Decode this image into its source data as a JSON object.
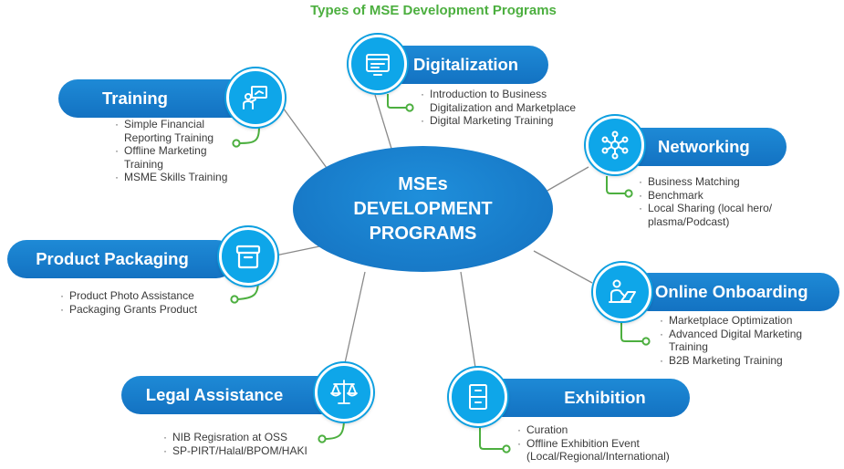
{
  "title": "Types of MSE Development Programs",
  "center": {
    "line1": "MSEs",
    "line2": "DEVELOPMENT",
    "line3": "PROGRAMS"
  },
  "colors": {
    "accent_blue": "#1372c2",
    "icon_circle": "#0ea6e9",
    "connector_green": "#4caf3f",
    "title_green": "#4caf3f"
  },
  "programs": {
    "training": {
      "label": "Training",
      "icon": "presentation-icon",
      "items": [
        "Simple Financial Reporting Training",
        "Offline Marketing Training",
        "MSME Skills Training"
      ]
    },
    "digitalization": {
      "label": "Digitalization",
      "icon": "monitor-icon",
      "items": [
        "Introduction to Business Digitalization and Marketplace",
        "Digital Marketing Training"
      ]
    },
    "networking": {
      "label": "Networking",
      "icon": "network-icon",
      "items": [
        "Business Matching",
        "Benchmark",
        "Local Sharing (local hero/ plasma/Podcast)"
      ]
    },
    "product_packaging": {
      "label": "Product Packaging",
      "icon": "box-icon",
      "items": [
        "Product Photo Assistance",
        "Packaging Grants Product"
      ]
    },
    "online_onboarding": {
      "label": "Online Onboarding",
      "icon": "person-laptop-icon",
      "items": [
        "Marketplace Optimization",
        "Advanced Digital Marketing Training",
        "B2B Marketing Training"
      ]
    },
    "legal_assistance": {
      "label": "Legal Assistance",
      "icon": "scales-icon",
      "items": [
        "NIB Regisration at OSS",
        "SP-PIRT/Halal/BPOM/HAKI"
      ]
    },
    "exhibition": {
      "label": "Exhibition",
      "icon": "cabinet-icon",
      "items": [
        "Curation",
        "Offline Exhibition Event (Local/Regional/International)"
      ]
    }
  }
}
